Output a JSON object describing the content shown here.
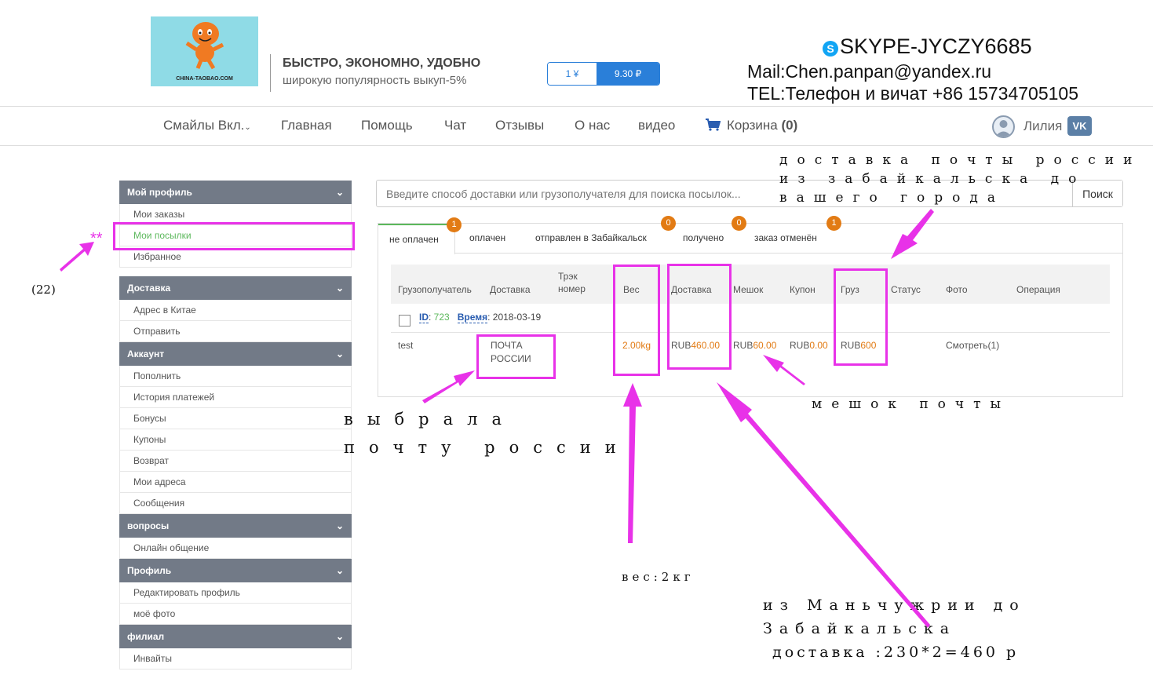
{
  "header": {
    "logo_text": "CHINA-TAOBAO.COM",
    "tagline_bold": "БЫСТРО, ЭКОНОМНО, УДОБНО",
    "tagline_sub": "широкую популярность выкуп-5%",
    "rate_left": "1 ¥",
    "rate_right": "9.30 ₽",
    "skype": "SKYPE-JYCZY6685",
    "mail": "Mail:Chen.panpan@yandex.ru",
    "tel": "TEL:Телефон и вичат +86 15734705105"
  },
  "nav": {
    "smiles": "Смайлы Вкл.",
    "home": "Главная",
    "help": "Помощь",
    "chat": "Чат",
    "reviews": "Отзывы",
    "about": "О нас",
    "video": "видео",
    "cart": "Корзина",
    "cart_count": "(0)",
    "user": "Лилия"
  },
  "sidebar": {
    "sections": [
      {
        "title": "Мой профиль",
        "items": [
          "Мои заказы",
          "Мои посылки",
          "Избранное"
        ]
      },
      {
        "title": "Доставка",
        "items": [
          "Адрес в Китае",
          "Отправить"
        ]
      },
      {
        "title": "Аккаунт",
        "items": [
          "Пополнить",
          "История платежей",
          "Бонусы",
          "Купоны",
          "Возврат",
          "Мои адреса",
          "Сообщения"
        ]
      },
      {
        "title": "вопросы",
        "items": [
          "Онлайн общение"
        ]
      },
      {
        "title": "Профиль",
        "items": [
          "Редактировать профиль",
          "моё фото"
        ]
      },
      {
        "title": "филиал",
        "items": [
          "Инвайты"
        ]
      }
    ]
  },
  "search": {
    "placeholder": "Введите способ доставки или грузополучателя для поиска посылок...",
    "button": "Поиск"
  },
  "tabs": [
    {
      "label": "не оплачен",
      "badge": "1"
    },
    {
      "label": "оплачен",
      "badge": ""
    },
    {
      "label": "отправлен в Забайкальск",
      "badge": "0"
    },
    {
      "label": "получено",
      "badge": "0"
    },
    {
      "label": "заказ отменён",
      "badge": "1"
    }
  ],
  "table": {
    "headers": {
      "consignee": "Грузополучатель",
      "delivery": "Доставка",
      "track": "Трэк номер",
      "weight": "Вес",
      "shipping": "Доставка",
      "bag": "Мешок",
      "coupon": "Купон",
      "cargo": "Груз",
      "status": "Статус",
      "photo": "Фото",
      "operation": "Операция"
    },
    "order": {
      "id_label": "ID",
      "id": "723",
      "time_label": "Время",
      "time": "2018-03-19"
    },
    "row": {
      "consignee": "test",
      "delivery": "ПОЧТА РОССИИ",
      "weight": "2.00kg",
      "currency": "RUB",
      "shipping": "460.00",
      "bag": "60.00",
      "coupon": "0.00",
      "cargo": "600",
      "photo": "Смотреть(1)"
    }
  },
  "annotations": {
    "stars": "**",
    "count": "(22)",
    "top_right_1": "доставка почты россии",
    "top_right_2": "из забайкальска до",
    "top_right_3": "вашего города",
    "chose_1": "выбрала",
    "chose_2": "почту россии",
    "bag_note": "мешок почты",
    "weight_note": "вес:2кг",
    "bottom_1": "из Маньчужрии до",
    "bottom_2": "Забайкальска",
    "bottom_3": "доставка :230*2=460 р"
  },
  "colors": {
    "accent_blue": "#2a7fd9",
    "sidebar_header": "#727a87",
    "badge_orange": "#e27b14",
    "active_green": "#5cb85c",
    "annotation_magenta": "#e832e8"
  }
}
